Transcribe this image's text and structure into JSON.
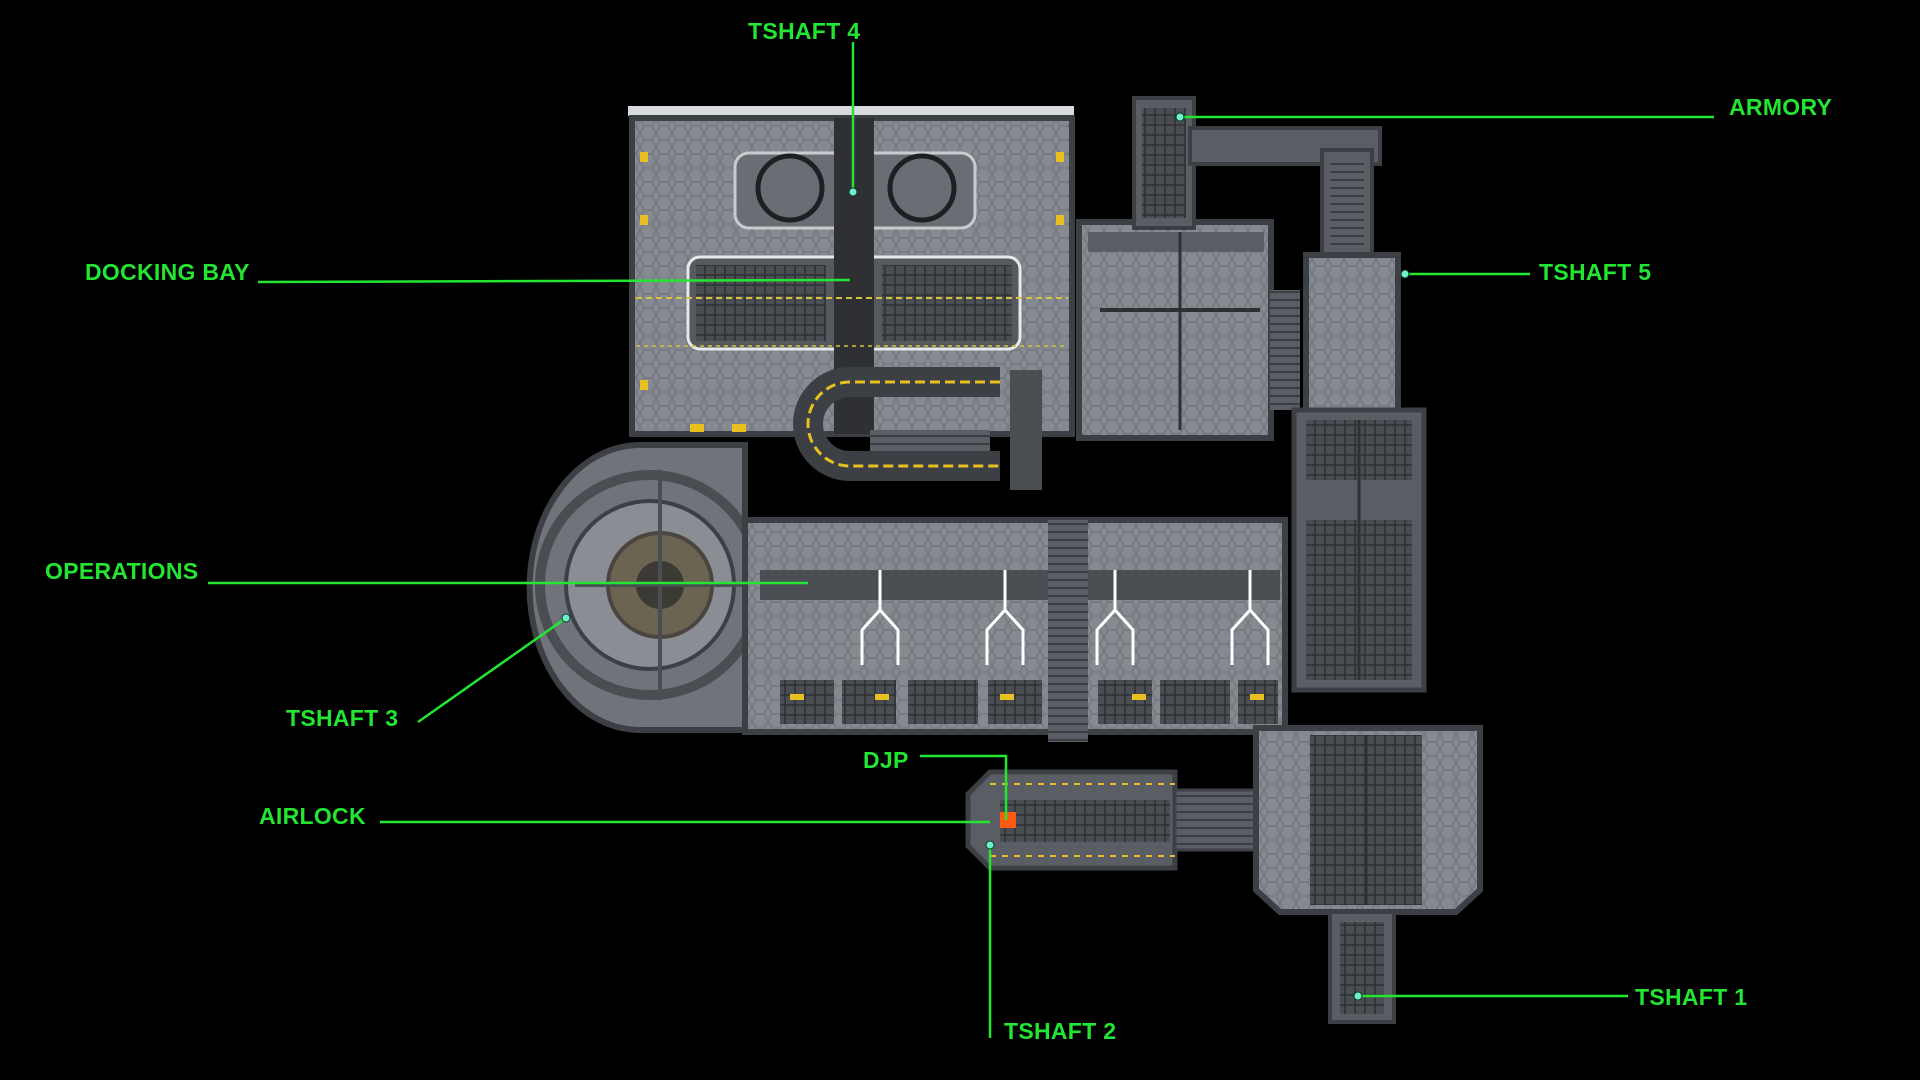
{
  "map": {
    "labels": {
      "tshaft4": "TSHAFT 4",
      "armory": "ARMORY",
      "docking_bay": "DOCKING BAY",
      "tshaft5": "TSHAFT 5",
      "operations": "OPERATIONS",
      "tshaft3": "TSHAFT 3",
      "djp": "DJP",
      "airlock": "AIRLOCK",
      "tshaft1": "TSHAFT 1",
      "tshaft2": "TSHAFT 2"
    },
    "colors": {
      "background": "#000000",
      "label": "#22e632",
      "leader_line": "#22e632",
      "marker": "#6ef0c8",
      "djp_marker": "#ff5a14",
      "floor": "#7a7f86",
      "wall": "#3c3f44",
      "hazard": "#e8c020"
    }
  }
}
